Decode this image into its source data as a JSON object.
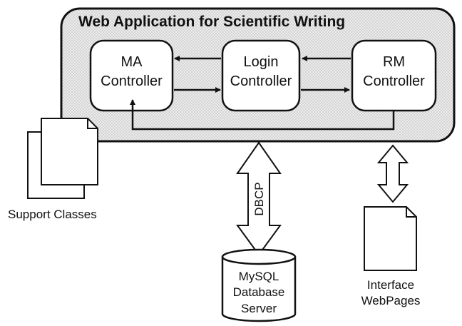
{
  "title": "Web Application for Scientific Writing",
  "controllers": {
    "ma": {
      "line1": "MA",
      "line2": "Controller"
    },
    "login": {
      "line1": "Login",
      "line2": "Controller"
    },
    "rm": {
      "line1": "RM",
      "line2": "Controller"
    }
  },
  "support_classes": "Support Classes",
  "dbcp": "DBCP",
  "database": {
    "line1": "MySQL",
    "line2": "Database",
    "line3": "Server"
  },
  "interface": {
    "line1": "Interface",
    "line2": "WebPages"
  }
}
